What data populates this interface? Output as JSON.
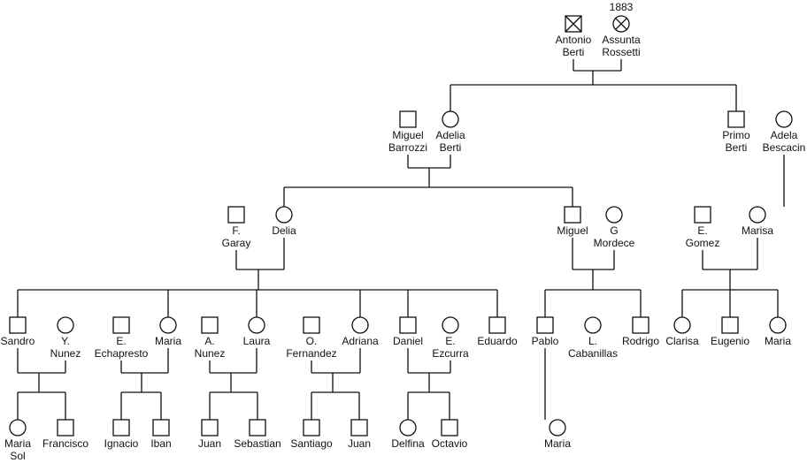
{
  "chart_data": {
    "type": "pedigree",
    "people": [
      {
        "id": "antonio",
        "sex": "male",
        "deceased": true,
        "lines": [
          "Antonio",
          "Berti"
        ]
      },
      {
        "id": "assunta",
        "sex": "female",
        "deceased": true,
        "year": "1883",
        "lines": [
          "Assunta",
          "Rossetti"
        ]
      },
      {
        "id": "miguel_b",
        "sex": "male",
        "lines": [
          "Miguel",
          "Barrozzi"
        ]
      },
      {
        "id": "adelia",
        "sex": "female",
        "lines": [
          "Adelia",
          "Berti"
        ]
      },
      {
        "id": "primo",
        "sex": "male",
        "lines": [
          "Primo",
          "Berti"
        ]
      },
      {
        "id": "adela",
        "sex": "female",
        "lines": [
          "Adela",
          "Bescacin"
        ]
      },
      {
        "id": "f_garay",
        "sex": "male",
        "lines": [
          "F.",
          "Garay"
        ]
      },
      {
        "id": "delia",
        "sex": "female",
        "lines": [
          "Delia"
        ]
      },
      {
        "id": "miguel",
        "sex": "male",
        "lines": [
          "Miguel"
        ]
      },
      {
        "id": "g_mordece",
        "sex": "female",
        "lines": [
          "G",
          "Mordece"
        ]
      },
      {
        "id": "e_gomez",
        "sex": "male",
        "lines": [
          "E.",
          "Gomez"
        ]
      },
      {
        "id": "marisa",
        "sex": "female",
        "lines": [
          "Marisa"
        ]
      },
      {
        "id": "sandro",
        "sex": "male",
        "lines": [
          "Sandro"
        ]
      },
      {
        "id": "y_nunez",
        "sex": "female",
        "lines": [
          "Y.",
          "Nunez"
        ]
      },
      {
        "id": "e_echapresto",
        "sex": "male",
        "lines": [
          "E.",
          "Echapresto"
        ]
      },
      {
        "id": "maria1",
        "sex": "female",
        "lines": [
          "Maria"
        ]
      },
      {
        "id": "a_nunez",
        "sex": "male",
        "lines": [
          "A.",
          "Nunez"
        ]
      },
      {
        "id": "laura",
        "sex": "female",
        "lines": [
          "Laura"
        ]
      },
      {
        "id": "o_fernandez",
        "sex": "male",
        "lines": [
          "O.",
          "Fernandez"
        ]
      },
      {
        "id": "adriana",
        "sex": "female",
        "lines": [
          "Adriana"
        ]
      },
      {
        "id": "daniel",
        "sex": "male",
        "lines": [
          "Daniel"
        ]
      },
      {
        "id": "e_ezcurra",
        "sex": "female",
        "lines": [
          "E.",
          "Ezcurra"
        ]
      },
      {
        "id": "eduardo",
        "sex": "male",
        "lines": [
          "Eduardo"
        ]
      },
      {
        "id": "pablo",
        "sex": "male",
        "lines": [
          "Pablo"
        ]
      },
      {
        "id": "l_cabanillas",
        "sex": "female",
        "lines": [
          "L.",
          "Cabanillas"
        ]
      },
      {
        "id": "rodrigo",
        "sex": "male",
        "lines": [
          "Rodrigo"
        ]
      },
      {
        "id": "clarisa",
        "sex": "female",
        "lines": [
          "Clarisa"
        ]
      },
      {
        "id": "eugenio",
        "sex": "male",
        "lines": [
          "Eugenio"
        ]
      },
      {
        "id": "maria2",
        "sex": "female",
        "lines": [
          "Maria"
        ]
      },
      {
        "id": "maria_sol",
        "sex": "female",
        "lines": [
          "Maria",
          "Sol"
        ]
      },
      {
        "id": "francisco",
        "sex": "male",
        "lines": [
          "Francisco"
        ]
      },
      {
        "id": "ignacio",
        "sex": "male",
        "lines": [
          "Ignacio"
        ]
      },
      {
        "id": "iban",
        "sex": "male",
        "lines": [
          "Iban"
        ]
      },
      {
        "id": "juan1",
        "sex": "male",
        "lines": [
          "Juan"
        ]
      },
      {
        "id": "sebastian",
        "sex": "male",
        "lines": [
          "Sebastian"
        ]
      },
      {
        "id": "santiago",
        "sex": "male",
        "lines": [
          "Santiago"
        ]
      },
      {
        "id": "juan2",
        "sex": "male",
        "lines": [
          "Juan"
        ]
      },
      {
        "id": "delfina",
        "sex": "female",
        "lines": [
          "Delfina"
        ]
      },
      {
        "id": "octavio",
        "sex": "male",
        "lines": [
          "Octavio"
        ]
      },
      {
        "id": "maria3",
        "sex": "female",
        "lines": [
          "Maria"
        ]
      }
    ],
    "families": [
      {
        "parents": [
          "antonio",
          "assunta"
        ],
        "children": [
          "adelia",
          "primo"
        ]
      },
      {
        "parents": [
          "miguel_b",
          "adelia"
        ],
        "children": [
          "delia",
          "miguel"
        ]
      },
      {
        "parents": [
          "primo",
          "adela"
        ],
        "children": [
          "marisa"
        ]
      },
      {
        "parents": [
          "f_garay",
          "delia"
        ],
        "children": [
          "sandro",
          "maria1",
          "laura",
          "adriana",
          "daniel",
          "eduardo"
        ]
      },
      {
        "parents": [
          "miguel",
          "g_mordece"
        ],
        "children": [
          "pablo",
          "rodrigo"
        ]
      },
      {
        "parents": [
          "e_gomez",
          "marisa"
        ],
        "children": [
          "clarisa",
          "eugenio",
          "maria2"
        ]
      },
      {
        "parents": [
          "sandro",
          "y_nunez"
        ],
        "children": [
          "maria_sol",
          "francisco"
        ]
      },
      {
        "parents": [
          "e_echapresto",
          "maria1"
        ],
        "children": [
          "ignacio",
          "iban"
        ]
      },
      {
        "parents": [
          "a_nunez",
          "laura"
        ],
        "children": [
          "juan1",
          "sebastian"
        ]
      },
      {
        "parents": [
          "o_fernandez",
          "adriana"
        ],
        "children": [
          "santiago",
          "juan2"
        ]
      },
      {
        "parents": [
          "daniel",
          "e_ezcurra"
        ],
        "children": [
          "delfina",
          "octavio"
        ]
      },
      {
        "parents": [
          "pablo",
          "l_cabanillas"
        ],
        "children": [
          "maria3"
        ]
      }
    ]
  }
}
